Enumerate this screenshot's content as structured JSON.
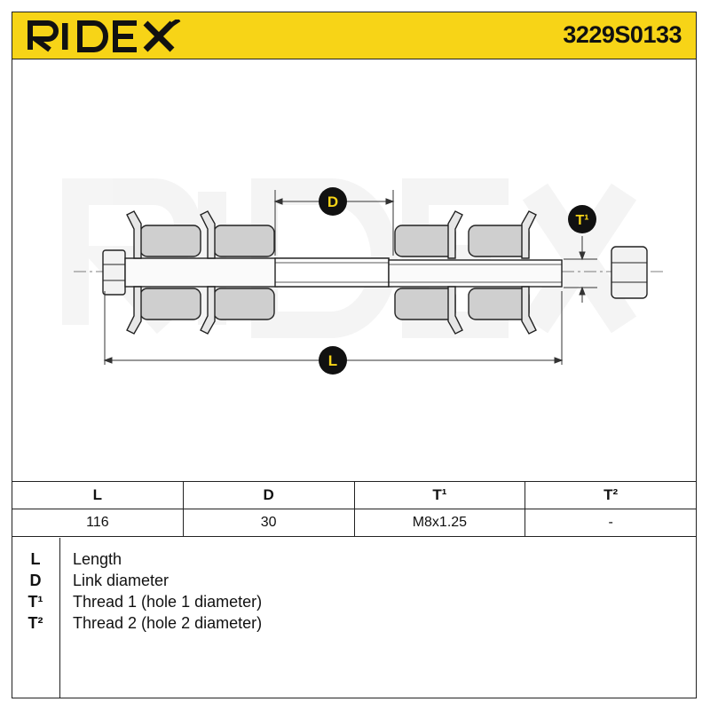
{
  "header": {
    "brand": "RIDEX",
    "part_number": "3229S0133"
  },
  "drawing": {
    "dimension_labels": {
      "d": "D",
      "t1": "T¹",
      "l": "L"
    },
    "watermark": "RIDEX"
  },
  "specs_table": {
    "columns": [
      "L",
      "D",
      "T¹",
      "T²"
    ],
    "values": [
      "116",
      "30",
      "M8x1.25",
      "-"
    ]
  },
  "legend": [
    {
      "key": "L",
      "desc": "Length"
    },
    {
      "key": "D",
      "desc": "Link diameter"
    },
    {
      "key": "T¹",
      "desc": "Thread 1 (hole 1 diameter)"
    },
    {
      "key": "T²",
      "desc": "Thread 2 (hole 2 diameter)"
    }
  ],
  "colors": {
    "brand_yellow": "#f7d417",
    "bushing_gray": "#cfcfcf",
    "badge_fill": "#111111",
    "badge_text": "#f7d417"
  }
}
